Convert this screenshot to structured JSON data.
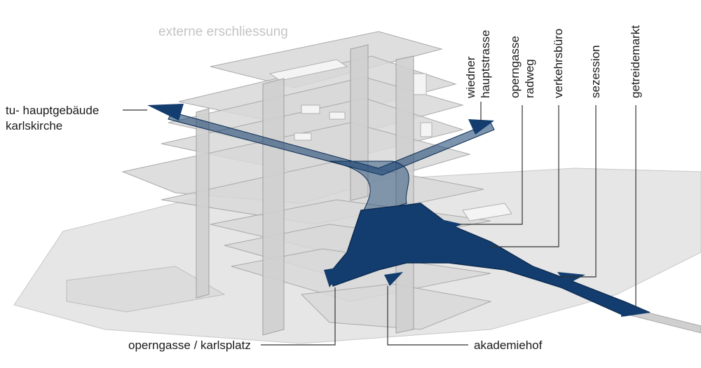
{
  "title": "externe erschliessung",
  "labels": {
    "tu_hauptgebaeude": "tu- hauptgebäude",
    "karlskirche": "karlskirche",
    "opern_karlsplatz": "operngasse / karlsplatz",
    "akademiehof": "akademiehof",
    "wiedner": "wiedner",
    "hauptstrasse": "hauptstrasse",
    "operngasse": "operngasse",
    "radweg": "radweg",
    "verkehrsbuero": "verkehrsbüro",
    "sezession": "sezession",
    "getreidemarkt": "getreidemarkt"
  },
  "colors": {
    "route_blue": "#123d6e",
    "slab_grey": "#d6d6d6",
    "slab_edge": "#a8a8a8",
    "title_grey": "#c4c4c4",
    "leader_line": "#333333"
  }
}
